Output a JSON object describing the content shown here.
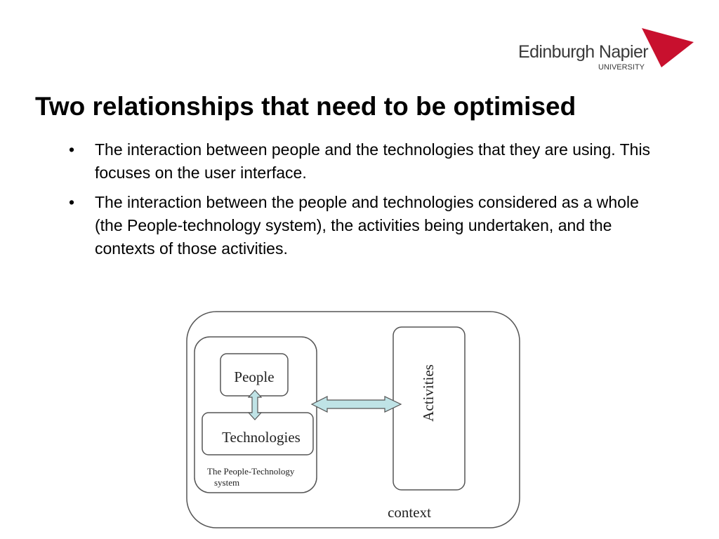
{
  "logo": {
    "name": "Edinburgh Napier",
    "sub": "UNIVERSITY",
    "brand_color": "#c8102e"
  },
  "title": "Two relationships that need to be optimised",
  "bullets": [
    {
      "marker": "•",
      "text": "The interaction between people and the technologies that they are using. This focuses on the user interface."
    },
    {
      "marker": "•",
      "text": "The interaction between the people and technologies considered as a whole (the People-technology system), the activities being undertaken, and the contexts of those activities."
    }
  ],
  "diagram": {
    "people": "People",
    "technologies": "Technologies",
    "system_line1": "The People-Technology",
    "system_line2": "system",
    "activities": "Activities",
    "context": "context",
    "arrow_color": "#bfe3e6"
  }
}
